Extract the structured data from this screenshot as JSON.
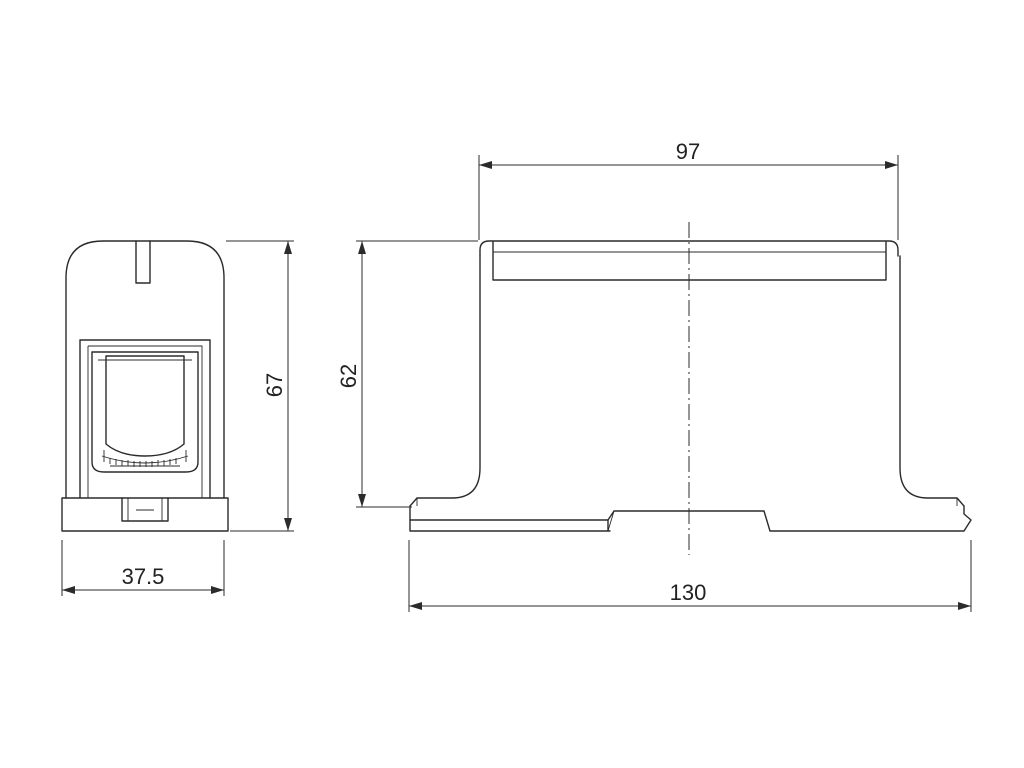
{
  "dimensions": {
    "front_height": "67",
    "front_width": "37.5",
    "side_height": "62",
    "side_top_width": "97",
    "side_base_width": "130"
  }
}
